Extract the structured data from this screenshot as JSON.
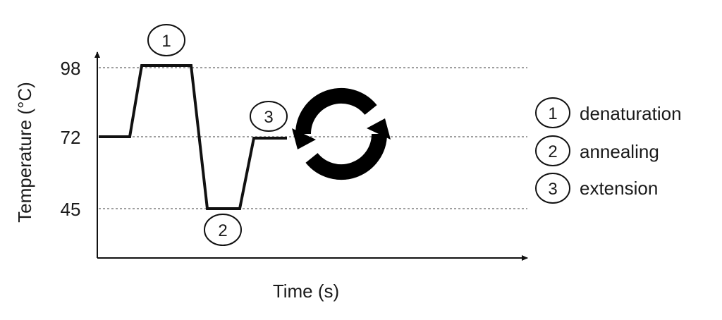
{
  "chart_data": {
    "type": "line",
    "title": "",
    "xlabel": "Time (s)",
    "ylabel": "Temperature (°C)",
    "y_ticks": [
      "98",
      "72",
      "45"
    ],
    "gridlines": "dashed horizontal at 98, 72, 45",
    "series": [
      {
        "values": [
          {
            "t": 0,
            "temp": 72
          },
          {
            "t": 1,
            "temp": 72
          },
          {
            "t": 1.5,
            "temp": 98
          },
          {
            "t": 3.2,
            "temp": 98
          },
          {
            "t": 4.0,
            "temp": 45
          },
          {
            "t": 5.2,
            "temp": 45
          },
          {
            "t": 5.8,
            "temp": 72
          },
          {
            "t": 7.0,
            "temp": 72
          }
        ]
      }
    ],
    "step_markers": [
      "1",
      "2",
      "3"
    ],
    "repeat_symbol": "cycle-arrows-icon"
  },
  "legend": [
    {
      "number": "1",
      "label": "denaturation"
    },
    {
      "number": "2",
      "label": "annealing"
    },
    {
      "number": "3",
      "label": "extension"
    }
  ],
  "colors": {
    "ink": "#111111",
    "grid": "#777777"
  }
}
